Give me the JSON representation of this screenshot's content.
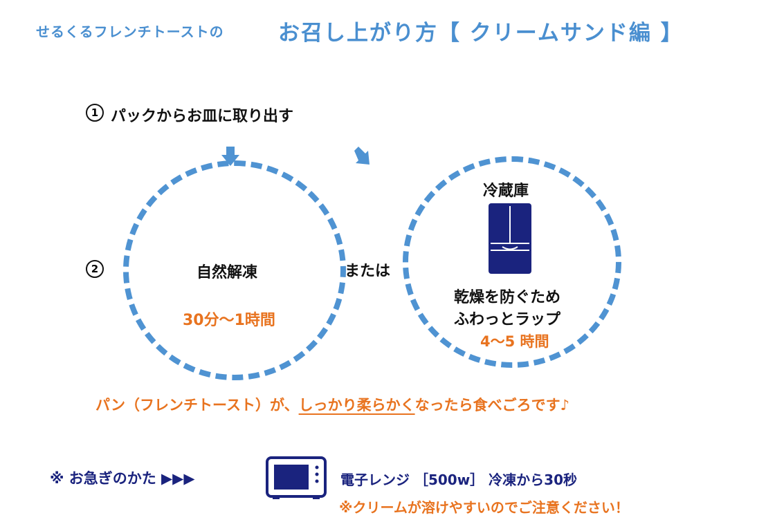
{
  "title": {
    "prefix": "せるくるフレンチトーストの",
    "main": "お召し上がり方【 クリームサンド編 】"
  },
  "steps": {
    "step1": {
      "num": "1",
      "text": "パックからお皿に取り出す"
    },
    "step2": {
      "num": "2"
    }
  },
  "option_natural": {
    "label": "自然解凍",
    "time": "30分〜1時間"
  },
  "or_label": "または",
  "option_fridge": {
    "heading": "冷蔵庫",
    "line1": "乾燥を防ぐため",
    "line2": "ふわっとラップ",
    "time": "4〜5 時間"
  },
  "note": {
    "prefix": "パン（フレンチトースト）が、",
    "emphasis": "しっかり柔らかく",
    "suffix": "なったら食べごろです♪"
  },
  "hurry": {
    "label": "※ お急ぎのかた ▶▶▶",
    "instruction": "電子レンジ ［500w］ 冷凍から30秒",
    "caution": "※クリームが溶けやすいのでご注意ください！"
  },
  "colors": {
    "blue": "#4f93d2",
    "orange": "#e8731f",
    "navy": "#1a237e"
  }
}
